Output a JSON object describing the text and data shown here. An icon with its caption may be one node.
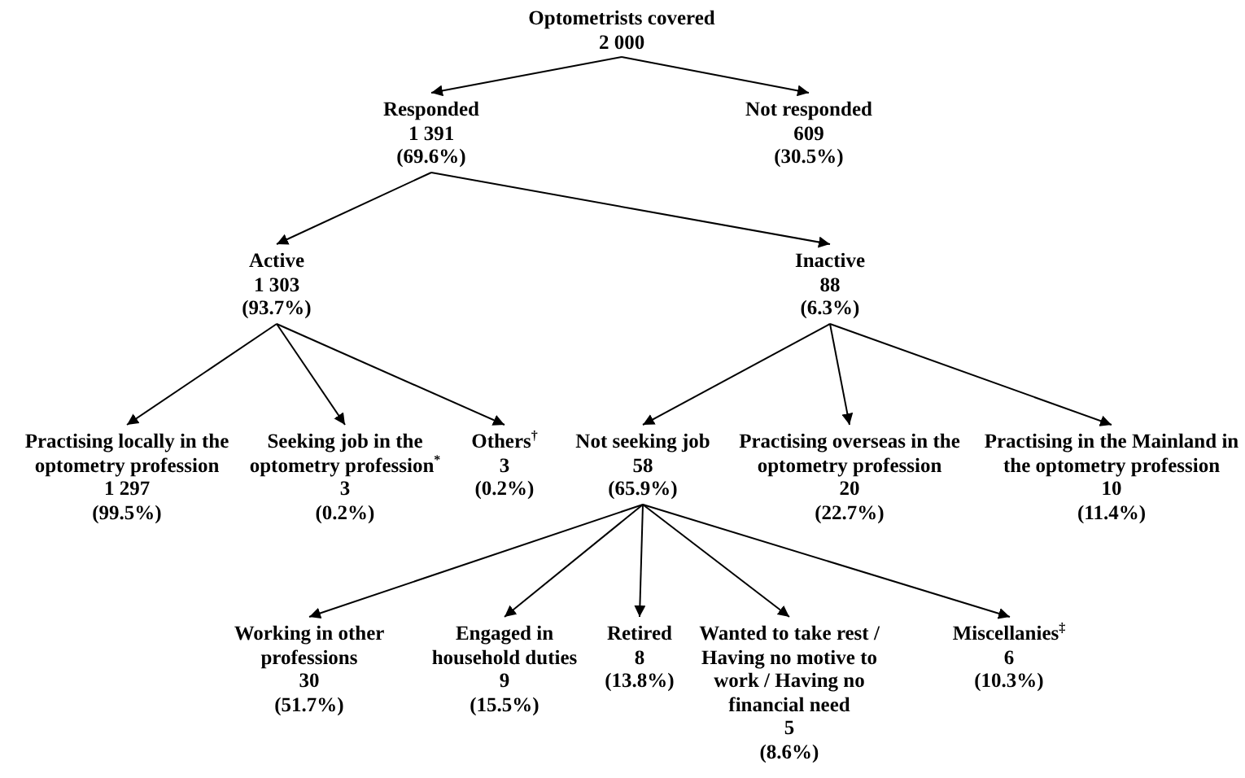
{
  "diagram": {
    "nodes": [
      {
        "text": [
          "Optometrists covered",
          "2 000"
        ]
      },
      {
        "text": [
          "Responded",
          "1 391",
          "(69.6%)"
        ]
      },
      {
        "text": [
          "Not responded",
          "609",
          "(30.5%)"
        ]
      },
      {
        "text": [
          "Active",
          "1 303",
          "(93.7%)"
        ]
      },
      {
        "text": [
          "Inactive",
          "88",
          "(6.3%)"
        ]
      },
      {
        "text": [
          "Practising locally in the optometry profession",
          "1 297",
          "(99.5%)"
        ]
      },
      {
        "text": [
          "Seeking job in the optometry profession$^{*}$",
          "3",
          "(0.2%)"
        ]
      },
      {
        "text": [
          "Others$^{†}$",
          "3",
          "(0.2%)"
        ]
      },
      {
        "text": [
          "Not seeking job",
          "58",
          "(65.9%)"
        ]
      },
      {
        "text": [
          "Practising overseas in the optometry profession",
          "20",
          "(22.7%)"
        ]
      },
      {
        "text": [
          "Practising in the Mainland in the optometry profession",
          "10",
          "(11.4%)"
        ]
      },
      {
        "text": [
          "Working in other professions",
          "30",
          "(51.7%)"
        ]
      },
      {
        "text": [
          "Engaged in household duties",
          "9",
          "(15.5%)"
        ]
      },
      {
        "text": [
          "Retired",
          "8",
          "(13.8%)"
        ]
      },
      {
        "text": [
          "Wanted to take rest / Having no motive to work / Having no financial need",
          "5",
          "(8.6%)"
        ]
      },
      {
        "text": [
          "Miscellanies$^{‡}$",
          "6",
          "(10.3%)"
        ]
      }
    ],
    "edges": [
      {
        "from": 0,
        "to": 1,
        "arrow": "to"
      },
      {
        "from": 0,
        "to": 2,
        "arrow": "to"
      },
      {
        "from": 1,
        "to": 3,
        "arrow": "to"
      },
      {
        "from": 1,
        "to": 4,
        "arrow": "to"
      },
      {
        "from": 3,
        "to": 5,
        "arrow": "to"
      },
      {
        "from": 3,
        "to": 6,
        "arrow": "to"
      },
      {
        "from": 3,
        "to": 7,
        "arrow": "to"
      },
      {
        "from": 4,
        "to": 8,
        "arrow": "to"
      },
      {
        "from": 4,
        "to": 9,
        "arrow": "to"
      },
      {
        "from": 4,
        "to": 10,
        "arrow": "to"
      },
      {
        "from": 8,
        "to": 11,
        "arrow": "to"
      },
      {
        "from": 8,
        "to": 12,
        "arrow": "to"
      },
      {
        "from": 8,
        "to": 13,
        "arrow": "to"
      },
      {
        "from": 8,
        "to": 14,
        "arrow": "to"
      },
      {
        "from": 8,
        "to": 15,
        "arrow": "to"
      }
    ]
  }
}
